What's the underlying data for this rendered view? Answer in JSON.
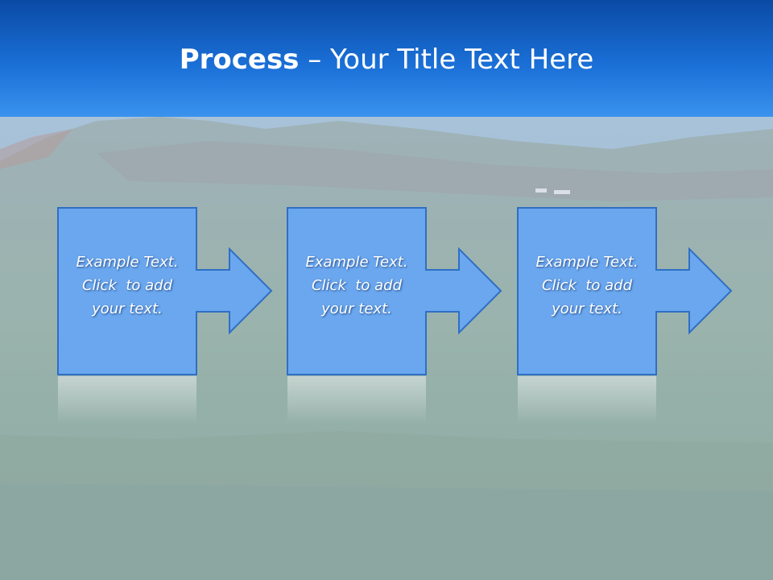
{
  "slide": {
    "title_bold": "Process",
    "title_rest": " – Your Title Text Here"
  },
  "steps": [
    {
      "lines": [
        "Example Text.",
        "Click  to add",
        "your text."
      ]
    },
    {
      "lines": [
        "Example Text.",
        "Click  to add",
        "your text."
      ]
    },
    {
      "lines": [
        "Example Text.",
        "Click  to add",
        "your text."
      ]
    }
  ],
  "colors": {
    "header_top": "#0a4aa5",
    "header_bottom": "#3a92ee",
    "box_fill": "#6aa7ee",
    "box_stroke": "#2f6fc4"
  }
}
